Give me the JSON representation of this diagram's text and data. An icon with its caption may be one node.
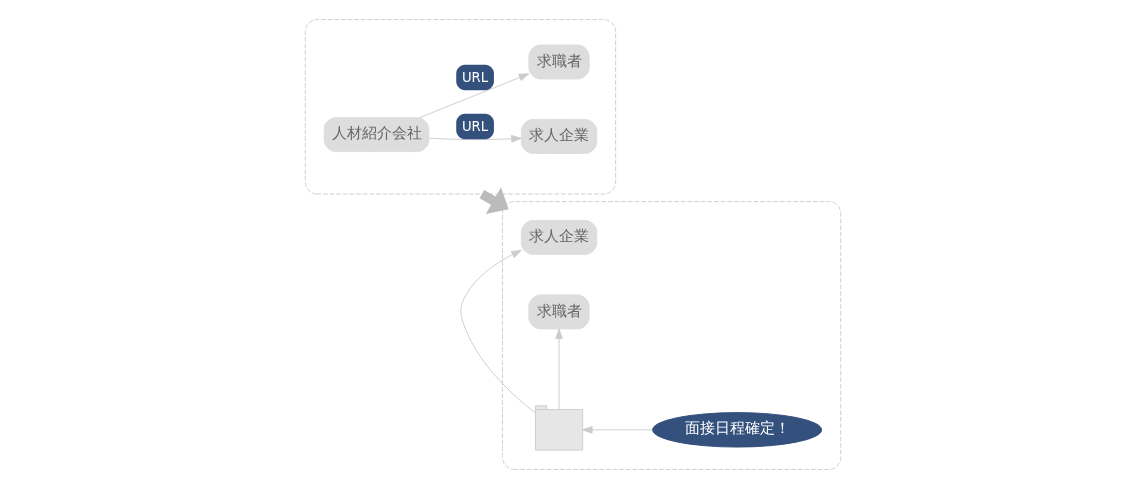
{
  "diagram": {
    "nodes": [
      {
        "text": [],
        "shape": "box"
      },
      {
        "text": [
          "人材紹介会社"
        ],
        "in": 0
      },
      {
        "text": [
          "求人企業"
        ],
        "in": 0
      },
      {
        "text": [
          "求職者"
        ],
        "in": 0
      },
      {
        "text": [],
        "shape": "box"
      },
      {
        "text": [
          "求人企業"
        ],
        "in": 4
      },
      {
        "text": [],
        "shape": "calendar",
        "in": 4
      },
      {
        "text": [
          "求職者"
        ],
        "in": 4
      },
      {
        "text": [
          "面接日程確定！"
        ],
        "in": 4
      }
    ],
    "edges": [
      {
        "from": 1,
        "to": 2,
        "arrow": "to",
        "label": "URL"
      },
      {
        "from": 1,
        "to": 3,
        "arrow": "to",
        "label": "URL"
      },
      {
        "from": 0,
        "to": 4,
        "arrow": "to",
        "style": "thick",
        "color": "#bbbbbb"
      },
      {
        "from": 6,
        "to": 5,
        "arrow": "to"
      },
      {
        "from": 6,
        "to": 7,
        "arrow": "to"
      },
      {
        "from": 8,
        "to": 6,
        "arrow": "to"
      }
    ]
  }
}
